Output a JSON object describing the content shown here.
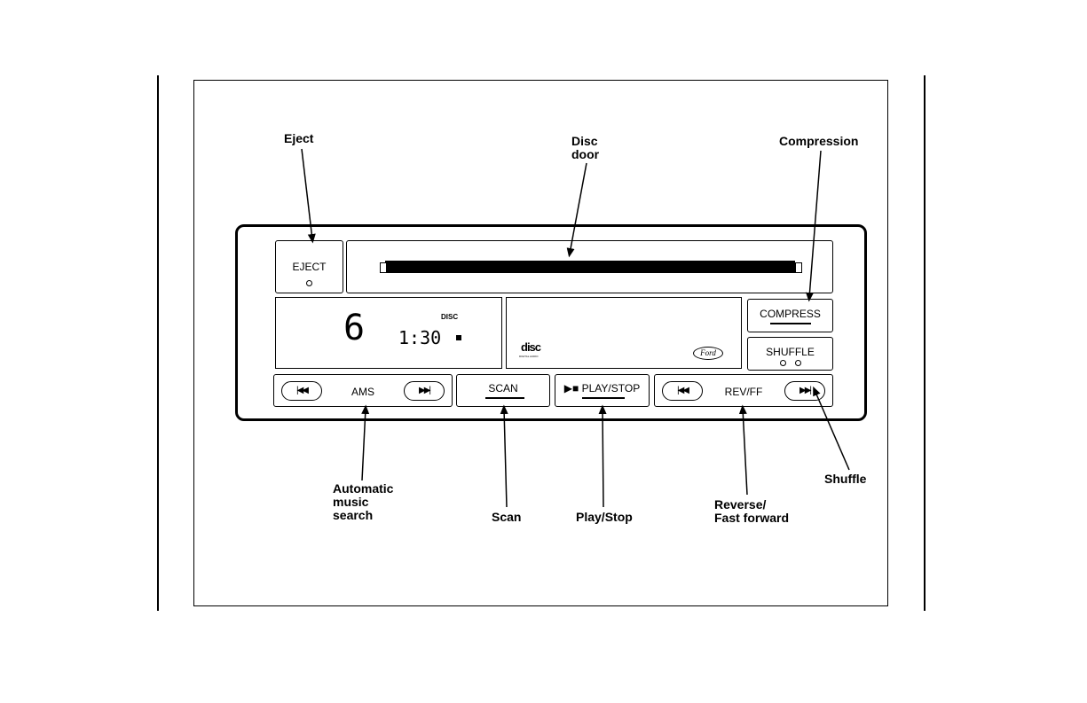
{
  "callouts": {
    "eject": "Eject",
    "disc_door": "Disc\ndoor",
    "compression": "Compression",
    "ams": "Automatic\nmusic\nsearch",
    "scan": "Scan",
    "play_stop": "Play/Stop",
    "rev_ff": "Reverse/\nFast forward",
    "shuffle": "Shuffle"
  },
  "unit": {
    "eject_label": "EJECT",
    "compress_label": "COMPRESS",
    "shuffle_label": "SHUFFLE",
    "scan_label": "SCAN",
    "play_stop_label": "▶■ PLAY/STOP",
    "ams_label": "AMS",
    "rev_ff_label": "REV/FF",
    "prev_glyph": "|◀◀",
    "next_glyph": "▶▶|",
    "display": {
      "disc_indicator": "DISC",
      "disc_number": "6",
      "elapsed_time": "1:30"
    },
    "logos": {
      "compact_disc": "disc",
      "compact_disc_sub": "DIGITAL AUDIO",
      "ford": "Ford"
    }
  }
}
